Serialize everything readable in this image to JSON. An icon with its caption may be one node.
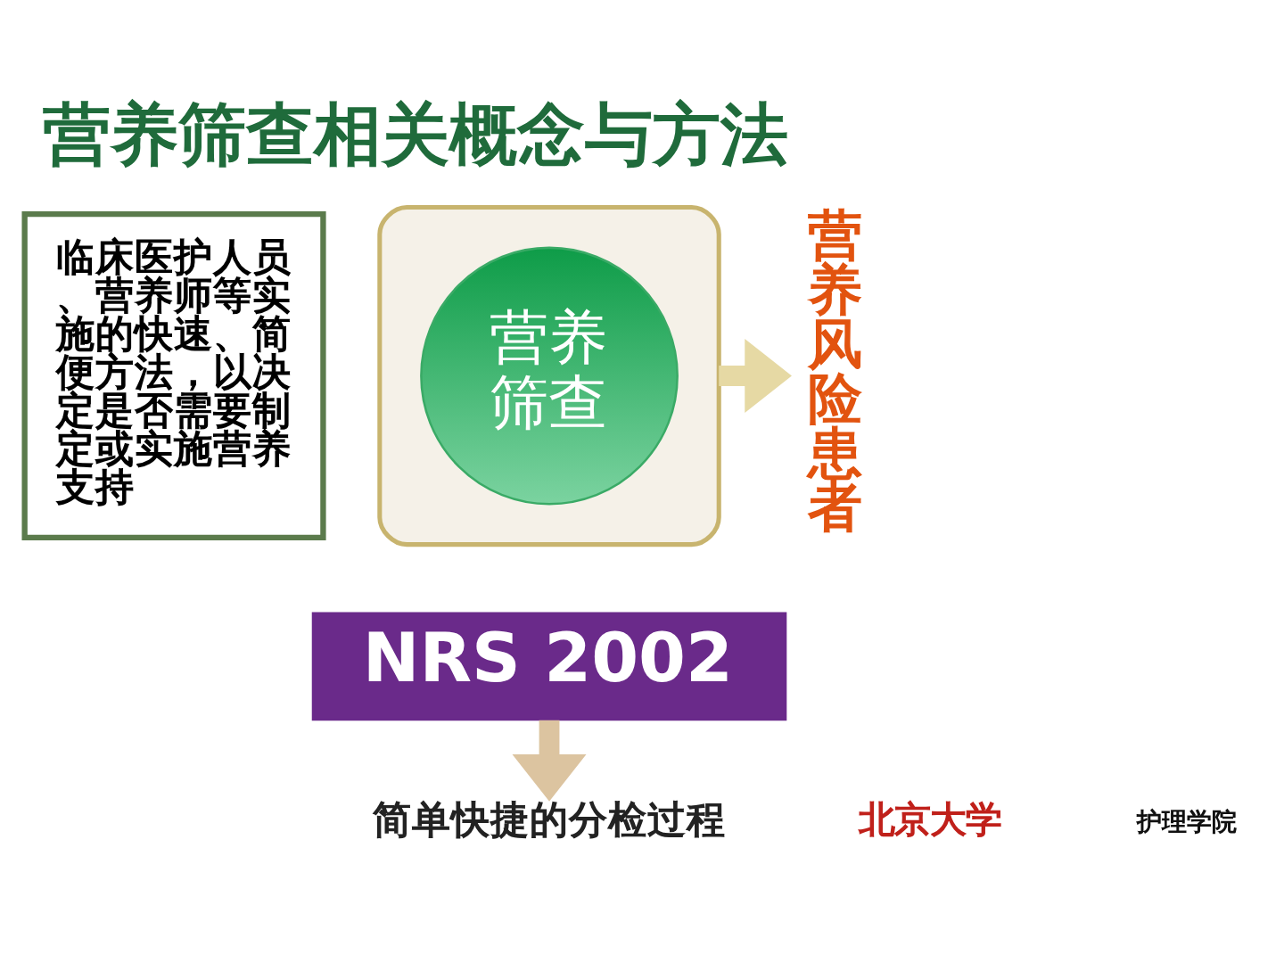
{
  "diagram": {
    "title": "营养筛查相关概念与方法",
    "nodes": [
      {
        "text": [
          "临床医护人员、营养师等实施的快速、简便方法，以决定是否需要制定或实施营养支持"
        ]
      },
      {
        "text": [],
        "shape": "funnel"
      },
      {
        "text": [
          "营养筛查"
        ],
        "in": 1
      },
      {
        "text": [
          "NRS 2002"
        ]
      },
      {
        "text": [
          "营养风险患者"
        ]
      },
      {
        "text": [
          "简单快捷的分检过程"
        ]
      }
    ],
    "edges": [
      {
        "from": 1,
        "to": 4,
        "arrow": "to",
        "color": "#e6d9a4"
      },
      {
        "from": 3,
        "to": 5,
        "arrow": "to",
        "color": "#dcc4a0"
      }
    ],
    "labels": [
      "北京大学",
      "护理学院"
    ]
  }
}
